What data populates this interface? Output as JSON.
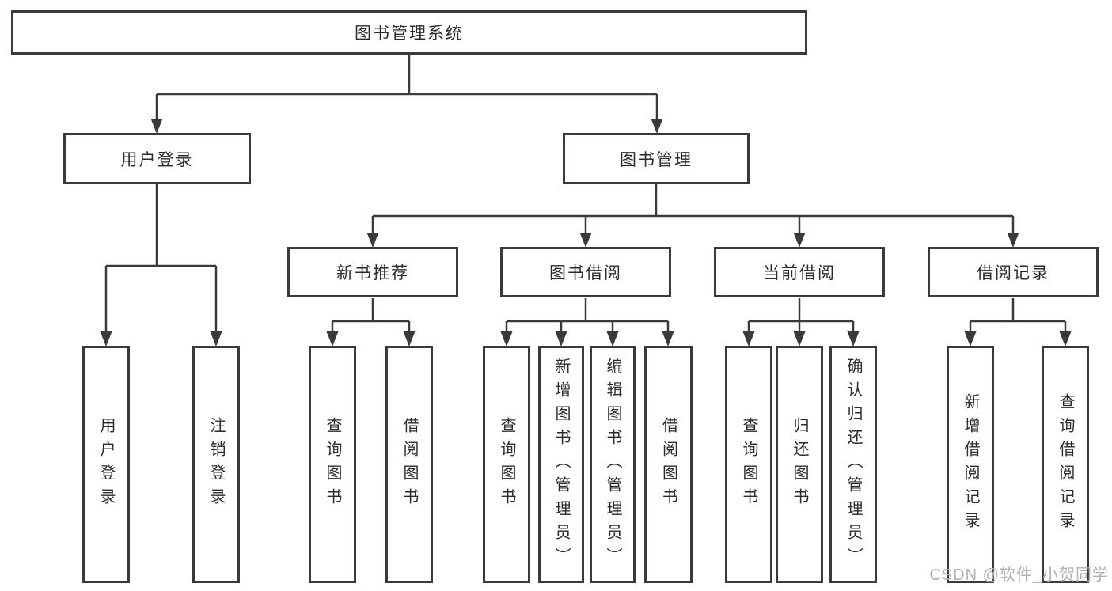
{
  "diagram": {
    "title": "图书管理系统",
    "modules": [
      {
        "label": "用户登录",
        "functions": [
          {
            "label": "用户登录"
          },
          {
            "label": "注销登录"
          }
        ]
      },
      {
        "label": "图书管理",
        "submodules": [
          {
            "label": "新书推荐",
            "functions": [
              {
                "label": "查询图书"
              },
              {
                "label": "借阅图书"
              }
            ]
          },
          {
            "label": "图书借阅",
            "functions": [
              {
                "label": "查询图书"
              },
              {
                "label": "新增图书（管理员）"
              },
              {
                "label": "编辑图书（管理员）"
              },
              {
                "label": "借阅图书"
              }
            ]
          },
          {
            "label": "当前借阅",
            "functions": [
              {
                "label": "查询图书"
              },
              {
                "label": "归还图书"
              },
              {
                "label": "确认归还（管理员）"
              }
            ]
          },
          {
            "label": "借阅记录",
            "functions": [
              {
                "label": "新增借阅记录"
              },
              {
                "label": "查询借阅记录"
              }
            ]
          }
        ]
      }
    ]
  },
  "watermark": {
    "text": "CSDN @软件_小贺同学"
  },
  "colors": {
    "line": "#3a3a3a",
    "text": "#2b2b2b",
    "watermark": "#b0b0b0",
    "background": "#ffffff"
  }
}
